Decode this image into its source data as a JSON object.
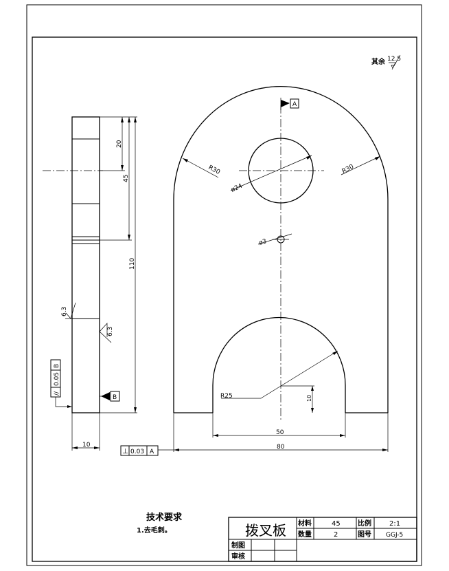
{
  "roughness_other": {
    "label": "其余",
    "value": "12.5"
  },
  "datum_a": "A",
  "datum_b": "B",
  "side_view": {
    "dim_20": "20",
    "dim_45": "45",
    "dim_110": "110",
    "dim_10": "10",
    "roughness_left": "6.3",
    "roughness_right": "6.3",
    "parallelism": {
      "symbol": "//",
      "tolerance": "0.05",
      "datum": "B"
    }
  },
  "front_view": {
    "r30_left": "R30",
    "r30_right": "R30",
    "hole_big": "ø24",
    "hole_small": "ø3",
    "r25": "R25",
    "dim_10": "10",
    "dim_50": "50",
    "dim_80": "80",
    "perpendicularity": {
      "symbol": "⊥",
      "tolerance": "0.03",
      "datum": "A"
    }
  },
  "tech_requirements": {
    "title": "技术要求",
    "item1": "1.去毛刺。"
  },
  "title_block": {
    "part_name": "拨叉板",
    "material_label": "材料",
    "material_value": "45",
    "scale_label": "比例",
    "scale_value": "2:1",
    "quantity_label": "数量",
    "quantity_value": "2",
    "drawing_no_label": "图号",
    "drawing_no_value": "GGJ-5",
    "drawn_label": "制图",
    "checked_label": "审核"
  }
}
